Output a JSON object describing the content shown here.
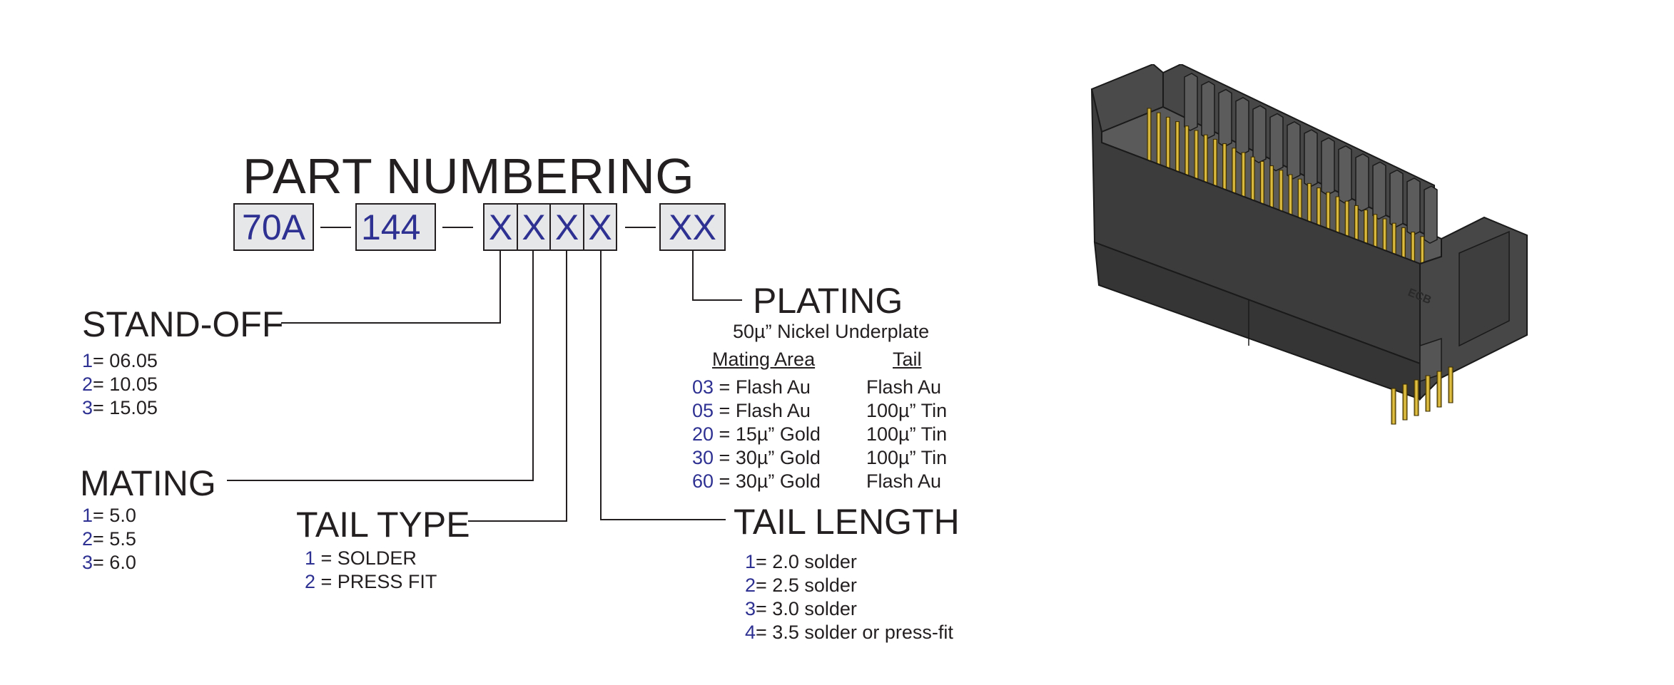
{
  "title": "PART NUMBERING",
  "part_boxes": {
    "series": "70A",
    "positions": "144",
    "x1": "X",
    "x2": "X",
    "x3": "X",
    "x4": "X",
    "plating": "XX"
  },
  "standoff": {
    "heading": "STAND-OFF",
    "options": [
      {
        "code": "1",
        "text": "= 06.05"
      },
      {
        "code": "2",
        "text": "= 10.05"
      },
      {
        "code": "3",
        "text": "= 15.05"
      }
    ]
  },
  "mating": {
    "heading": "MATING",
    "options": [
      {
        "code": "1",
        "text": "= 5.0"
      },
      {
        "code": "2",
        "text": "= 5.5"
      },
      {
        "code": "3",
        "text": "= 6.0"
      }
    ]
  },
  "tail_type": {
    "heading": "TAIL TYPE",
    "options": [
      {
        "code": "1",
        "text": " = SOLDER"
      },
      {
        "code": "2",
        "text": " = PRESS FIT"
      }
    ]
  },
  "tail_length": {
    "heading": "TAIL LENGTH",
    "options": [
      {
        "code": "1",
        "text": "= 2.0 solder"
      },
      {
        "code": "2",
        "text": "= 2.5 solder"
      },
      {
        "code": "3",
        "text": "= 3.0 solder"
      },
      {
        "code": "4",
        "text": "= 3.5 solder or press-fit"
      }
    ]
  },
  "plating": {
    "heading": "PLATING",
    "subtitle": "50µ” Nickel Underplate",
    "col_mating": "Mating Area",
    "col_tail": "Tail",
    "options": [
      {
        "code": "03",
        "mating": " = Flash Au",
        "tail": "Flash Au"
      },
      {
        "code": "05",
        "mating": " = Flash Au",
        "tail": "100µ” Tin"
      },
      {
        "code": "20",
        "mating": " = 15µ” Gold",
        "tail": "100µ” Tin"
      },
      {
        "code": "30",
        "mating": " = 30µ” Gold",
        "tail": "100µ” Tin"
      },
      {
        "code": "60",
        "mating": " = 30µ” Gold",
        "tail": "Flash Au"
      }
    ]
  },
  "connector_image": {
    "logo_text": "ECB"
  },
  "colors": {
    "code_blue": "#2e3192",
    "box_fill": "#e6e7e8",
    "ink": "#231f20",
    "pin_gold": "#c8a415",
    "housing_dark": "#3c3c3c"
  }
}
